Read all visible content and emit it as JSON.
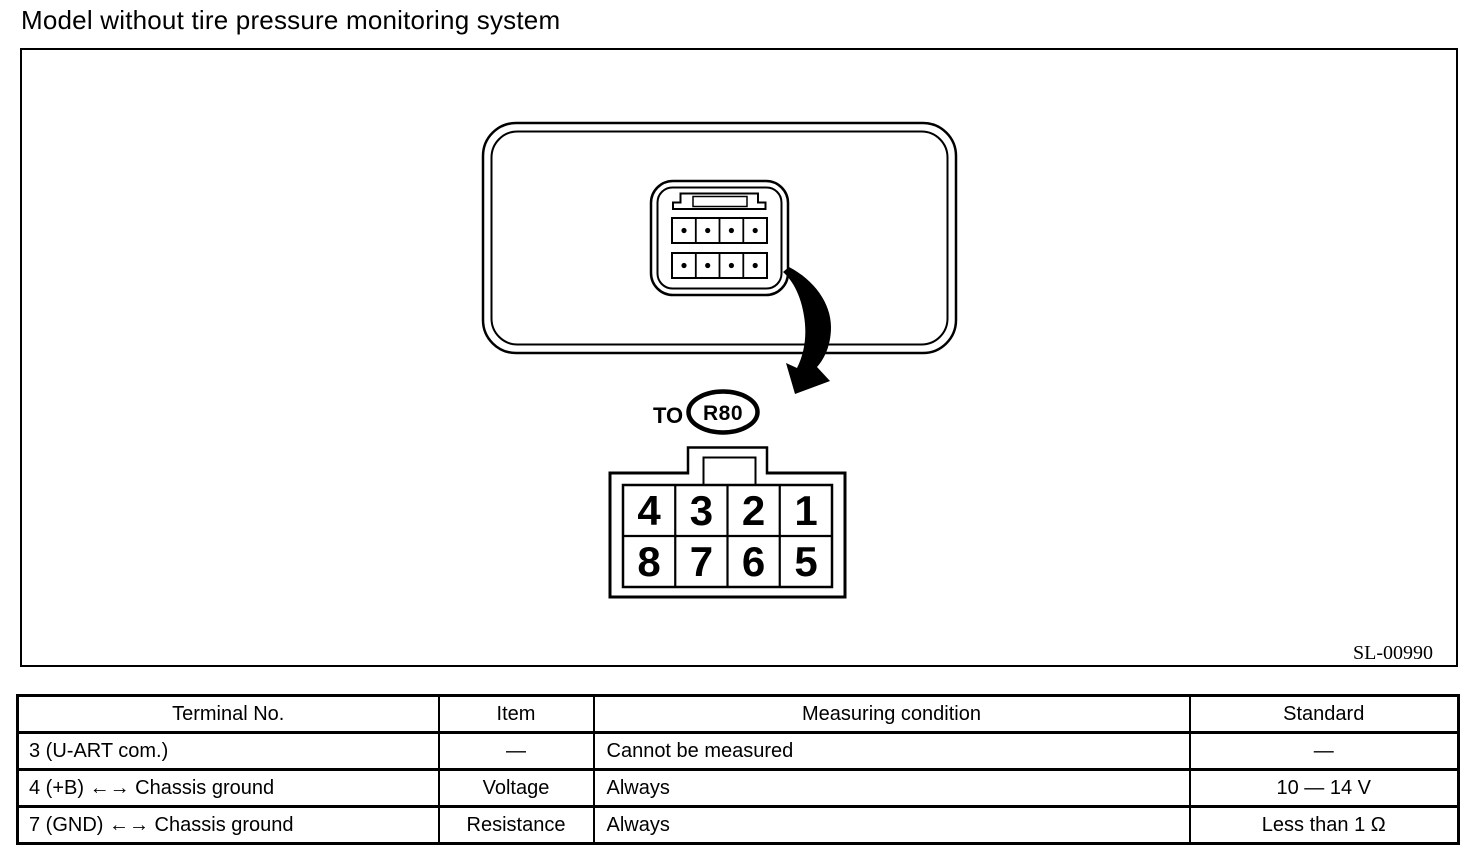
{
  "page_title": "Model without tire pressure monitoring system",
  "diagram": {
    "to_label": "TO",
    "connector_ref": "R80",
    "figure_code": "SL-00990",
    "pinout": {
      "rows": [
        [
          "4",
          "3",
          "2",
          "1"
        ],
        [
          "8",
          "7",
          "6",
          "5"
        ]
      ]
    }
  },
  "table": {
    "headers": [
      "Terminal No.",
      "Item",
      "Measuring condition",
      "Standard"
    ],
    "rows": [
      [
        "3 (U-ART com.)",
        "—",
        "Cannot be measured",
        "—"
      ],
      [
        "4 (+B) ←→ Chassis ground",
        "Voltage",
        "Always",
        "10 — 14 V"
      ],
      [
        "7 (GND) ←→ Chassis ground",
        "Resistance",
        "Always",
        "Less than 1 Ω"
      ]
    ]
  },
  "colors": {
    "ink": "#000000",
    "paper": "#ffffff"
  }
}
